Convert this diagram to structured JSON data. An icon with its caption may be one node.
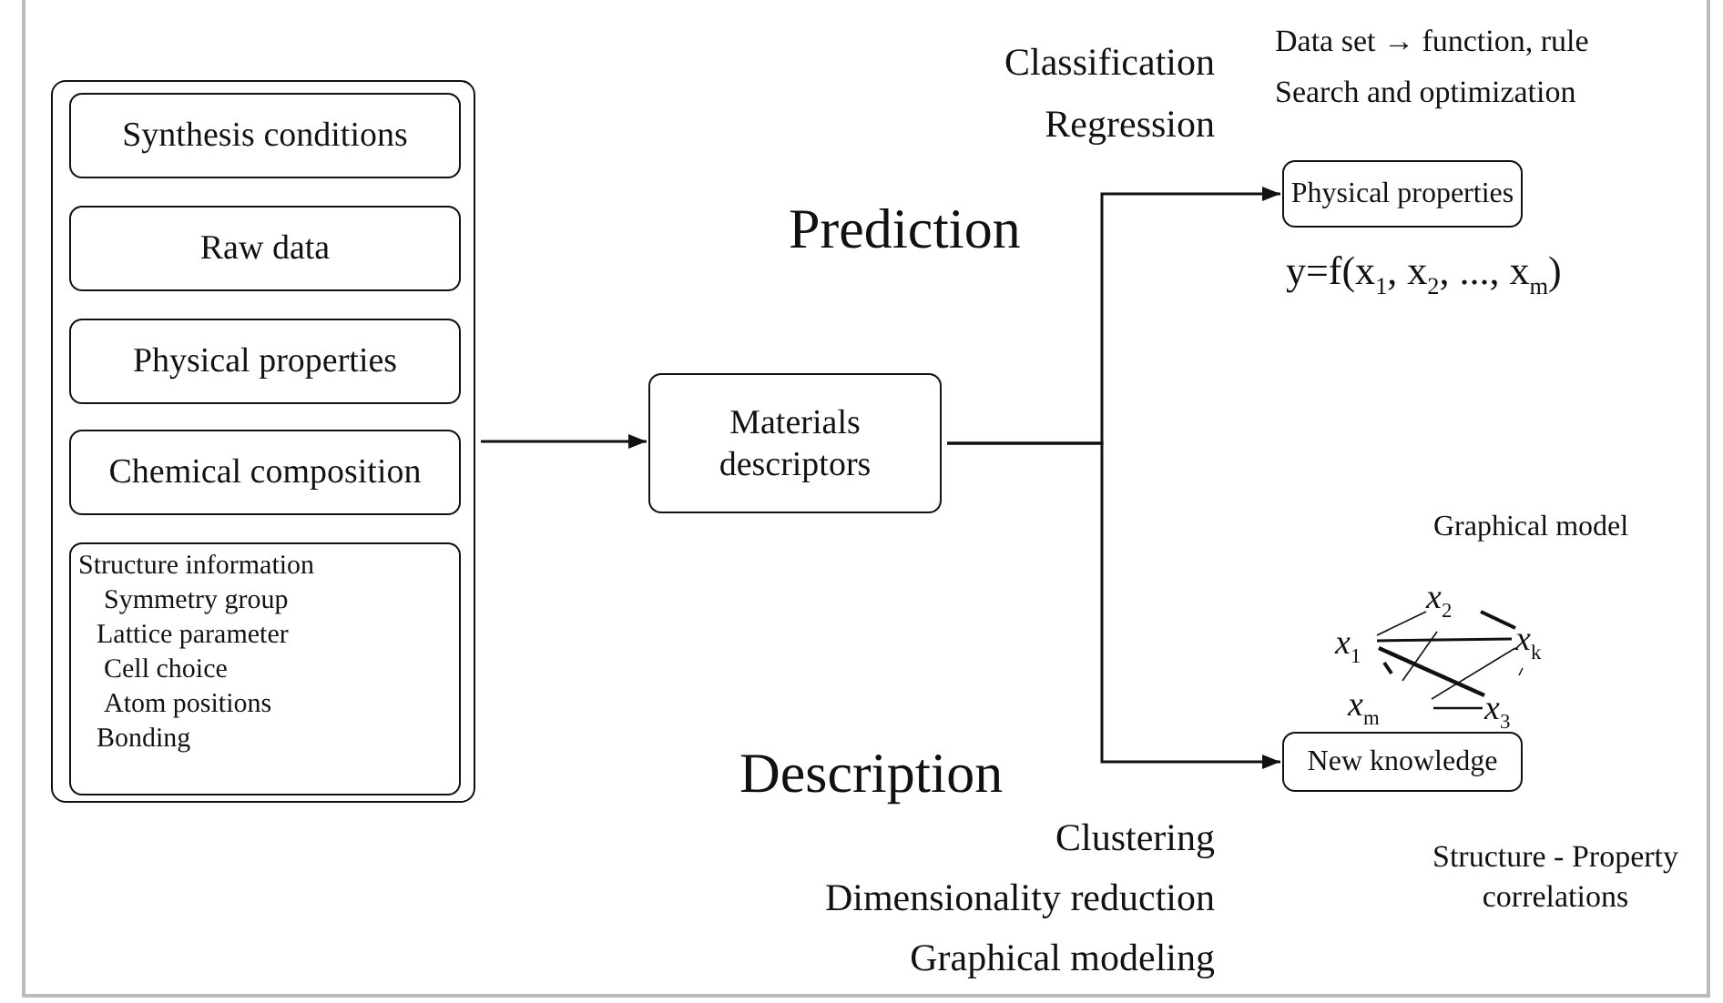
{
  "diagram": {
    "nodes": [
      {
        "text": [],
        "shape": "box"
      },
      {
        "text": [
          "Synthesis conditions"
        ],
        "in": 0
      },
      {
        "text": [
          "Raw data"
        ],
        "in": 0
      },
      {
        "text": [
          "Physical properties"
        ],
        "in": 0
      },
      {
        "text": [
          "Chemical composition"
        ],
        "in": 0
      },
      {
        "text": [
          "Structure information",
          "Symmetry group",
          "Lattice parameter",
          "Cell choice",
          "Atom positions",
          "Bonding"
        ],
        "in": 0
      },
      {
        "text": [
          "Materials descriptors"
        ]
      },
      {
        "text": [
          "Physical properties"
        ],
        "beside": [
          "y=f(x$_{1}$, x$_{2}$, ..., x$_{m}$)"
        ]
      },
      {
        "text": [
          "New knowledge"
        ],
        "beside": [
          "Structure - Property correlations"
        ]
      }
    ],
    "edges": [
      {
        "from": 0,
        "to": 6,
        "arrow": "to"
      },
      {
        "from": 6,
        "to": 7,
        "arrow": "to"
      },
      {
        "from": 6,
        "to": 8,
        "arrow": "to"
      }
    ],
    "labels": [
      "Classification",
      "Regression",
      "Data set → function, rule",
      "Search and optimization",
      "Prediction",
      "Graphical model",
      "*x*$_{2}$",
      "*x*$_{1}$",
      "*x*$_{k}$",
      "*x*$_{m}$",
      "*x*$_{3}$",
      "Description",
      "Clustering",
      "Dimensionality reduction",
      "Graphical modeling"
    ]
  }
}
